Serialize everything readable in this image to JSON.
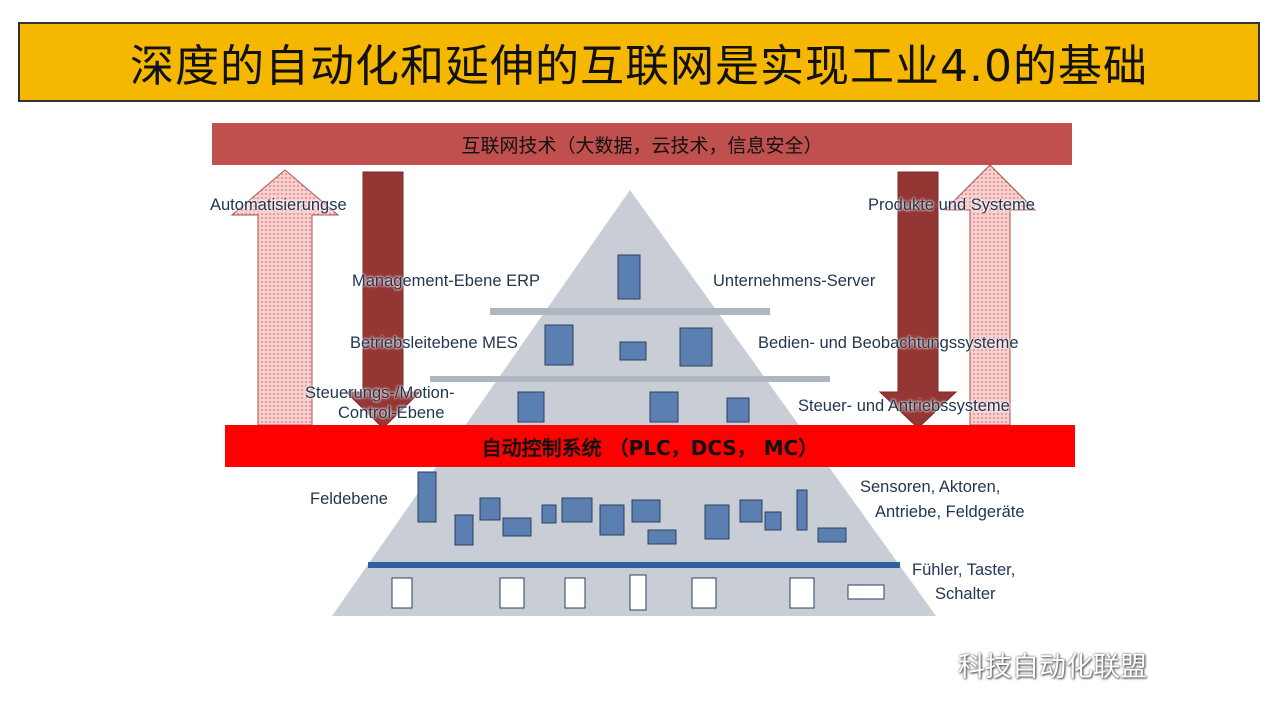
{
  "title": "深度的自动化和延伸的互联网是实现工业4.0的基础",
  "top_bar": "互联网技术（大数据，云技术，信息安全）",
  "control_bar": "自动控制系统 （PLC，DCS， MC）",
  "left_labels": {
    "automation": "Automatisierungse",
    "erp": "Management-Ebene ERP",
    "mes": "Betriebsleitebene MES",
    "control1": "Steuerungs-/Motion-",
    "control2": "Control-Ebene",
    "field": "Feldebene"
  },
  "right_labels": {
    "products": "Produkte und Systeme",
    "server": "Unternehmens-Server",
    "hmi": "Bedien- und Beobachtungssysteme",
    "control": "Steuer- und Antriebssysteme",
    "sensors1": "Sensoren, Aktoren,",
    "sensors2": "Antriebe, Feldgeräte",
    "switch1": "Fühler, Taster,",
    "switch2": "Schalter"
  },
  "watermark": "科技自动化联盟",
  "colors": {
    "title_bg": "#f6b700",
    "top_bar": "#c0504d",
    "control_bar": "#ff0000",
    "down_arrow": "#943634",
    "up_arrow": "#f4b8b8",
    "pyramid": "#c9ced6"
  }
}
